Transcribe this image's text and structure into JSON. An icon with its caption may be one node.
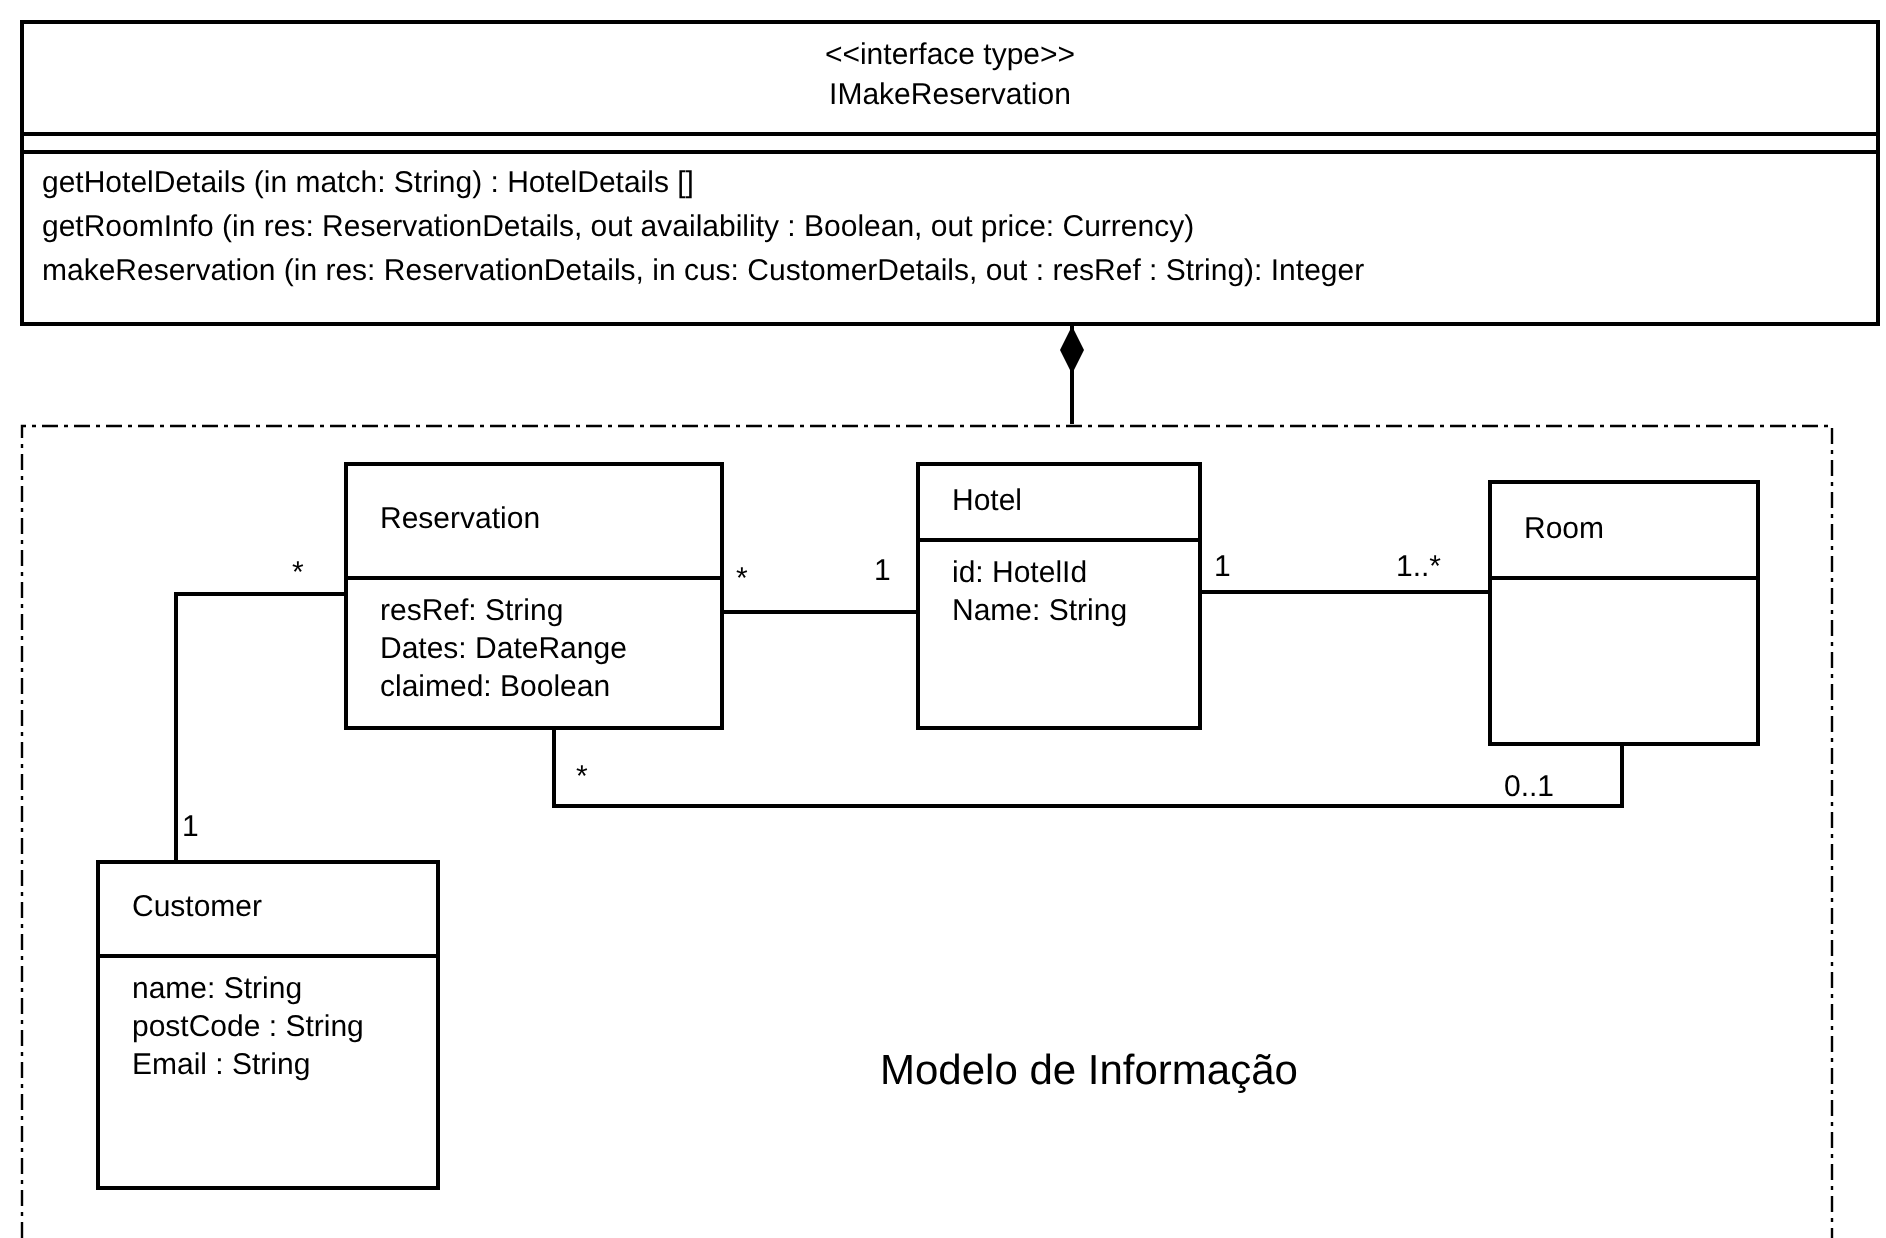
{
  "diagram": {
    "nodes": [
      {
        "text": [
          "<<interface type>>",
          "IMakeReservation",
          "getHotelDetails (in match: String) : HotelDetails []",
          "getRoomInfo (in res: ReservationDetails, out availability : Boolean, out price: Currency)",
          "makeReservation (in res: ReservationDetails, in cus: CustomerDetails, out : resRef : String): Integer"
        ]
      },
      {
        "text": [
          "Modelo de Informação"
        ]
      },
      {
        "text": [
          "Reservation",
          "resRef: String",
          "Dates: DateRange",
          "claimed: Boolean"
        ],
        "in": 1
      },
      {
        "text": [
          "Hotel",
          "id: HotelId",
          "Name: String"
        ],
        "in": 1
      },
      {
        "text": [
          "Room"
        ],
        "in": 1
      },
      {
        "text": [
          "Customer",
          "name: String",
          "postCode : String",
          "Email : String"
        ],
        "in": 1
      }
    ],
    "edges": [
      {
        "from": 1,
        "to": 0,
        "arrow": "other"
      },
      {
        "from": 2,
        "to": 3,
        "arrow": "none"
      },
      {
        "from": 3,
        "to": 4,
        "arrow": "none"
      },
      {
        "from": 2,
        "to": 5,
        "arrow": "none"
      },
      {
        "from": 2,
        "to": 4,
        "arrow": "none"
      }
    ],
    "labels": [
      "*",
      "*",
      "1",
      "1",
      "1..*",
      "*",
      "0..1",
      "1"
    ]
  }
}
